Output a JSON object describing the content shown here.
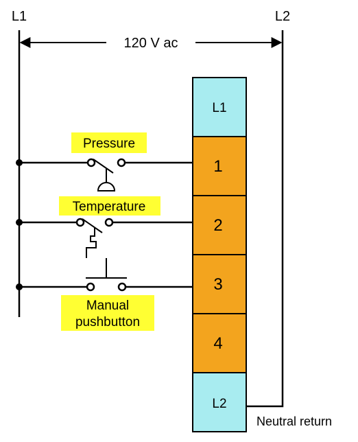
{
  "rails": {
    "left": "L1",
    "right": "L2",
    "voltage": "120 V ac"
  },
  "module": {
    "top_label": "L1",
    "inputs": [
      "1",
      "2",
      "3",
      "4"
    ],
    "bottom_label": "L2"
  },
  "devices": {
    "pressure": "Pressure",
    "temperature": "Temperature",
    "manual_line1": "Manual",
    "manual_line2": "pushbutton"
  },
  "neutral": "Neutral return",
  "colors": {
    "cyan": "#a8ecf0",
    "orange": "#f3a41e",
    "highlight": "#ffff33",
    "line": "#000000"
  }
}
